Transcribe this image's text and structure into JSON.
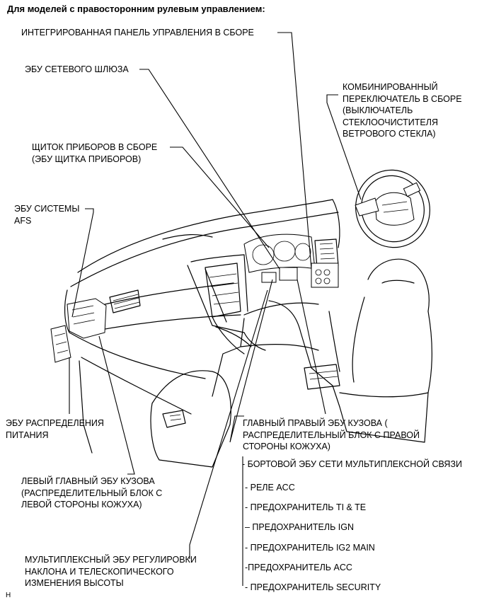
{
  "header": "Для моделей с правосторонним рулевым управлением:",
  "figure_code": "H",
  "labels": {
    "integrated_panel": "ИНТЕГРИРОВАННАЯ ПАНЕЛЬ УПРАВЛЕНИЯ В СБОРЕ",
    "gateway_ecu": "ЭБУ СЕТЕВОГО ШЛЮЗА",
    "combination_switch": "КОМБИНИРОВАННЫЙ\nПЕРЕКЛЮЧАТЕЛЬ В СБОРЕ\n(ВЫКЛЮЧАТЕЛЬ\nСТЕКЛООЧИСТИТЕЛЯ\nВЕТРОВОГО СТЕКЛА)",
    "combination_meter": "ЩИТОК ПРИБОРОВ В СБОРЕ\n(ЭБУ ЩИТКА ПРИБОРОВ)",
    "afs_ecu": "ЭБУ СИСТЕМЫ\nAFS",
    "power_distribution_ecu": "ЭБУ РАСПРЕДЕЛЕНИЯ\nПИТАНИЯ",
    "main_body_ecu_right": "ГЛАВНЫЙ ПРАВЫЙ ЭБУ КУЗОВА (\nРАСПРЕДЕЛИТЕЛЬНЫЙ БЛОК С ПРАВОЙ\nСТОРОНЫ КОЖУХА)",
    "main_body_ecu_left": "ЛЕВЫЙ ГЛАВНЫЙ ЭБУ КУЗОВА\n (РАСПРЕДЕЛИТЕЛЬНЫЙ БЛОК С\nЛЕВОЙ СТОРОНЫ КОЖУХА)",
    "tilt_telescopic_ecu": "МУЛЬТИПЛЕКСНЫЙ ЭБУ РЕГУЛИРОВКИ\nНАКЛОНА И ТЕЛЕСКОПИЧЕСКОГО\nИЗМЕНЕНИЯ ВЫСОТЫ"
  },
  "sub_items": [
    "- БОРТОВОЙ ЭБУ СЕТИ МУЛЬТИПЛЕКСНОЙ СВЯЗИ",
    "- РЕЛЕ ACC",
    "- ПРЕДОХРАНИТЕЛЬ TI & TE",
    "– ПРЕДОХРАНИТЕЛЬ IGN",
    "- ПРЕДОХРАНИТЕЛЬ IG2 MAIN",
    "-ПРЕДОХРАНИТЕЛЬ ACC",
    "- ПРЕДОХРАНИТЕЛЬ SECURITY"
  ]
}
